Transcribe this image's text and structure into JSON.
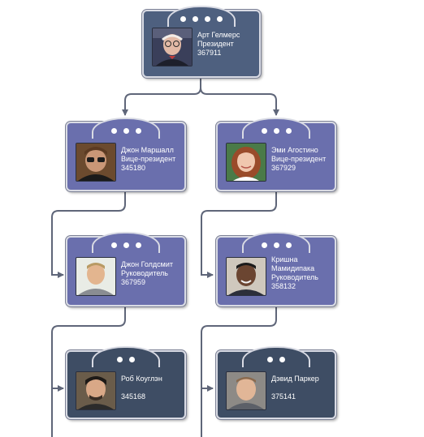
{
  "colors": {
    "connector": "#5f6679",
    "purple_card": "#6a6fad",
    "steel_card": "#4e607f",
    "dark_card": "#3e4d64",
    "card_border": "#d9dbe4"
  },
  "nodes": {
    "president": {
      "name": "Арт Гелмерс",
      "title": "Президент",
      "id": "367911",
      "dots": 4,
      "photo": "avatar-older-man-glasses"
    },
    "vp_left": {
      "name": "Джон Маршалл",
      "title": "Вице-президент",
      "id": "345180",
      "dots": 3,
      "photo": "avatar-man-dark-glasses"
    },
    "vp_right": {
      "name": "Эми Агостино",
      "title": "Вице-президент",
      "id": "367929",
      "dots": 3,
      "photo": "avatar-woman-red-hair"
    },
    "mgr_left": {
      "name": "Джон Голдсмит",
      "title": "Руководитель",
      "id": "367959",
      "dots": 3,
      "photo": "avatar-man-blonde"
    },
    "mgr_right": {
      "name": "Кришна\nМамидипака",
      "title": "Руководитель",
      "id": "358132",
      "dots": 3,
      "photo": "avatar-man-dark-skin"
    },
    "emp_left": {
      "name": "Роб Коуглэн",
      "title": "",
      "id": "345168",
      "dots": 2,
      "photo": "avatar-man-dark-hair"
    },
    "emp_right": {
      "name": "Дэвид Паркер",
      "title": "",
      "id": "375141",
      "dots": 2,
      "photo": "avatar-man-gray-shirt"
    }
  }
}
